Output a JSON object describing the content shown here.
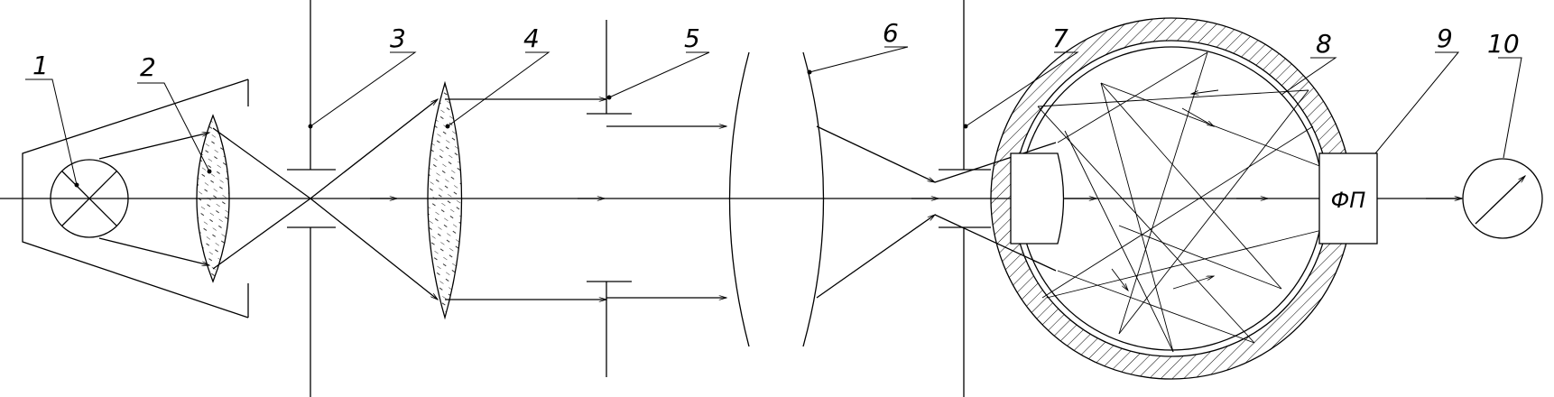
{
  "callouts": {
    "lamp": "1",
    "condenser_lens": "2",
    "aperture_3": "3",
    "lens_4": "4",
    "aperture_5": "5",
    "lens_6": "6",
    "aperture_7": "7",
    "sphere_wall": "8",
    "photodetector": "9",
    "meter": "10"
  },
  "photodetector_label": "ФП"
}
